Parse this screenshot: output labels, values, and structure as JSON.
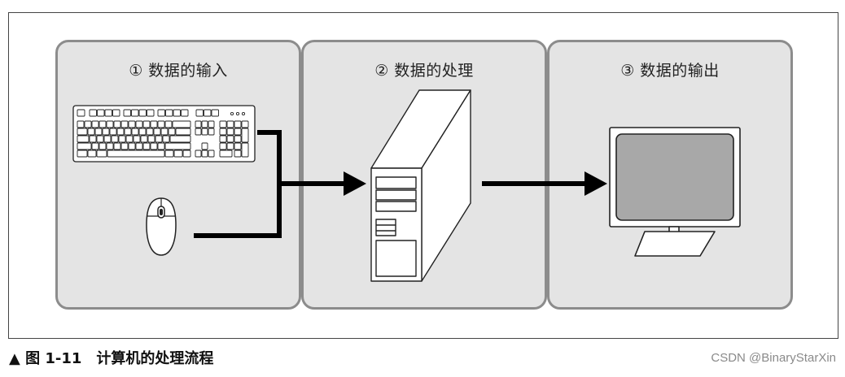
{
  "panels": [
    {
      "title": "① 数据的输入"
    },
    {
      "title": "② 数据的处理"
    },
    {
      "title": "③ 数据的输出"
    }
  ],
  "caption": "▲ 图 1-11　计算机的处理流程",
  "watermark": "CSDN @BinaryStarXin",
  "icons": [
    "keyboard-icon",
    "mouse-icon",
    "computer-tower-icon",
    "monitor-icon",
    "arrow-right-icon"
  ],
  "colors": {
    "panel_fill": "#e4e4e4",
    "panel_border": "#8c8c8c",
    "screen_fill": "#a8a8a8",
    "arrow": "#000000"
  }
}
